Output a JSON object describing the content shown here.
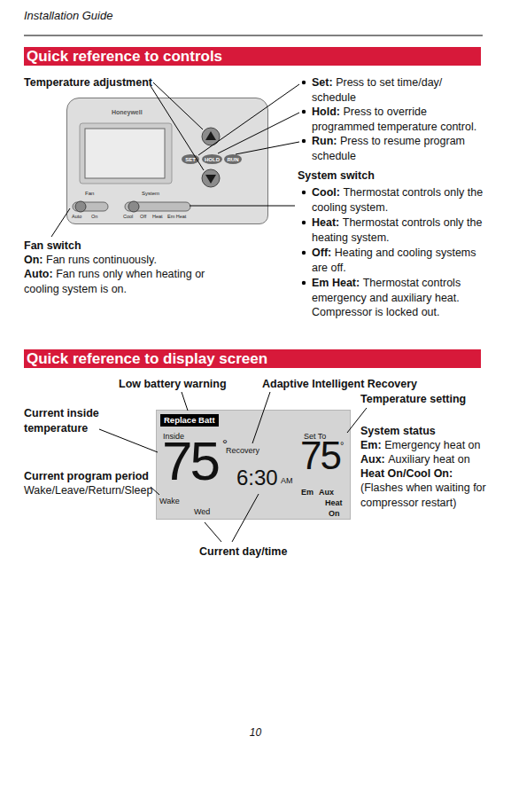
{
  "diagram": {
    "nodes": [
      {
        "text": [
          "Quick reference to controls"
        ]
      },
      {
        "text": [
          "Honeywell",
          "Fan",
          "Auto",
          "On",
          "System",
          "Cool",
          "Off",
          "Heat",
          "Em Heat"
        ]
      },
      {
        "text": [
          "SET"
        ],
        "in": 1
      },
      {
        "text": [
          "HOLD"
        ],
        "in": 1
      },
      {
        "text": [
          "RUN"
        ],
        "in": 1
      },
      {
        "text": [
          "Quick reference to display screen"
        ]
      },
      {
        "text": [
          "Inside",
          "75",
          "°",
          "Recovery",
          "Set To",
          "75",
          "°",
          "6:30",
          "AM",
          "Wake",
          "Wed",
          "Em",
          "Aux",
          "Heat",
          "On"
        ]
      },
      {
        "text": [
          "Replace Batt"
        ],
        "in": 6
      }
    ],
    "labels": [
      "Installation Guide",
      "Temperature adjustment",
      "Set:",
      "Press to set time/day/ schedule",
      "Hold:",
      "Press to override programmed temperature control.",
      "Run:",
      "Press to resume program schedule",
      "System switch",
      "Cool:",
      "Thermostat controls only the cooling system.",
      "Heat:",
      "Thermostat controls only the heating system.",
      "Off:",
      "Heating and cooling systems are off.",
      "Em Heat:",
      "Thermostat controls emergency and auxiliary heat. Compressor is locked out.",
      "Fan switch",
      "On:",
      "Fan runs continuously.",
      "Auto:",
      "Fan runs only when heating or cooling system is on.",
      "Low battery warning",
      "Adaptive Intelligent Recovery",
      "Temperature setting",
      "Current inside temperature",
      "System status",
      "Em:",
      "Emergency heat on",
      "Aux:",
      "Auxiliary heat on",
      "Heat On/Cool On:",
      "(Flashes when waiting for compressor restart)",
      "Current program period",
      "Wake/Leave/Return/Sleep",
      "Current day/time",
      "10"
    ]
  }
}
